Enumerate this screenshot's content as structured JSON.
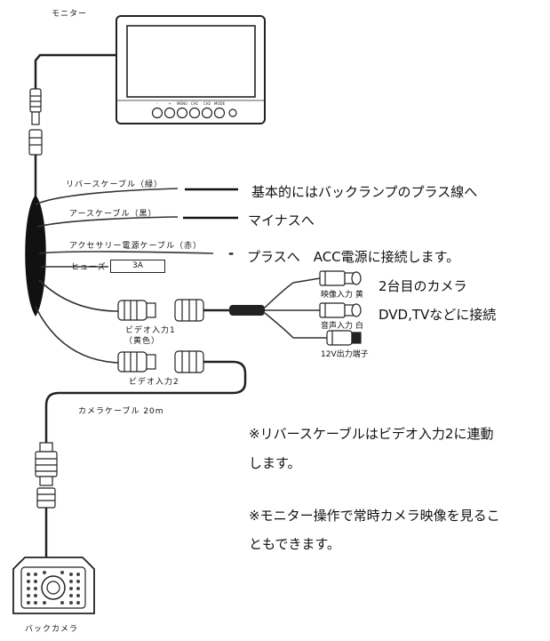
{
  "labels": {
    "monitor": "モニター",
    "reverse_cable": "リバースケーブル（緑）",
    "ground_cable": "アースケーブル（黒）",
    "acc_cable": "アクセサリー電源ケーブル（赤）",
    "fuse": "ヒューズ",
    "fuse_value": "3A",
    "video_in1": "ビデオ入力1",
    "video_in1_color": "（黄色）",
    "video_in2": "ビデオ入力2",
    "camera_cable": "カメラケーブル 20m",
    "back_camera": "バックカメラ",
    "video_jack": "映像入力 黄",
    "audio_jack": "音声入力 白",
    "power_out": "12V出力端子"
  },
  "annotations": {
    "reverse_note": "基本的にはバックランプのプラス線へ",
    "ground_note": "マイナスへ",
    "acc_note_dash": "-",
    "acc_note": "プラスへ　ACC電源に接続します。",
    "second_camera": "2台目のカメラ",
    "dvd_tv": "DVD,TVなどに接続",
    "note1_line1": "※リバースケーブルはビデオ入力2に連動",
    "note1_line2": "します。",
    "note2_line1": "※モニター操作で常時カメラ映像を見るこ",
    "note2_line2": "ともできます。"
  },
  "monitor_buttons": [
    "-",
    "+",
    "MENU",
    "CH1",
    "CH2",
    "MODE"
  ]
}
